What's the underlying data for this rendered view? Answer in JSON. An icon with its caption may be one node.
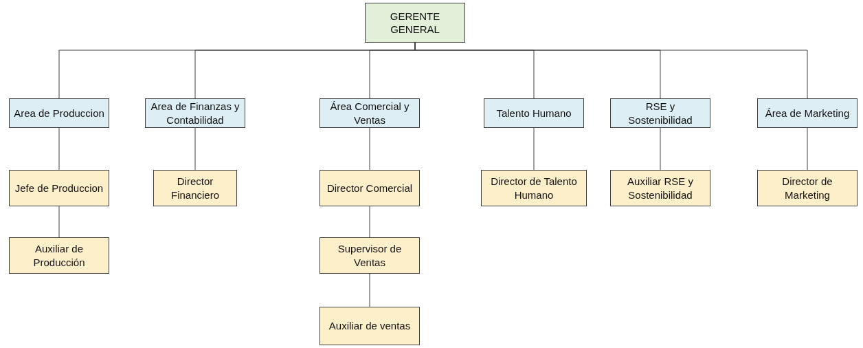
{
  "diagram": {
    "nodes": [
      {
        "text": [
          "GERENTE GENERAL"
        ]
      },
      {
        "text": [
          "Area de Produccion"
        ]
      },
      {
        "text": [
          "Area de Finanzas y Contabilidad"
        ]
      },
      {
        "text": [
          "Área Comercial y Ventas"
        ]
      },
      {
        "text": [
          "Talento Humano"
        ]
      },
      {
        "text": [
          "RSE y Sostenibilidad"
        ]
      },
      {
        "text": [
          "Área de Marketing"
        ]
      },
      {
        "text": [
          "Jefe de Produccion"
        ]
      },
      {
        "text": [
          "Auxiliar de Producción"
        ]
      },
      {
        "text": [
          "Director Financiero"
        ]
      },
      {
        "text": [
          "Director Comercial"
        ]
      },
      {
        "text": [
          "Supervisor de Ventas"
        ]
      },
      {
        "text": [
          "Auxiliar de ventas"
        ]
      },
      {
        "text": [
          "Director de Talento Humano"
        ]
      },
      {
        "text": [
          "Auxiliar RSE y Sostenibilidad"
        ]
      },
      {
        "text": [
          "Director de Marketing"
        ]
      }
    ],
    "edges": [
      {
        "from": 0,
        "to": 1,
        "arrow": "none"
      },
      {
        "from": 0,
        "to": 2,
        "arrow": "none"
      },
      {
        "from": 0,
        "to": 3,
        "arrow": "none"
      },
      {
        "from": 0,
        "to": 4,
        "arrow": "none"
      },
      {
        "from": 0,
        "to": 5,
        "arrow": "none"
      },
      {
        "from": 0,
        "to": 6,
        "arrow": "none"
      },
      {
        "from": 1,
        "to": 7,
        "arrow": "none"
      },
      {
        "from": 7,
        "to": 8,
        "arrow": "none"
      },
      {
        "from": 2,
        "to": 9,
        "arrow": "none"
      },
      {
        "from": 3,
        "to": 10,
        "arrow": "none"
      },
      {
        "from": 10,
        "to": 11,
        "arrow": "none"
      },
      {
        "from": 11,
        "to": 12,
        "arrow": "none"
      },
      {
        "from": 4,
        "to": 13,
        "arrow": "none"
      },
      {
        "from": 5,
        "to": 14,
        "arrow": "none"
      },
      {
        "from": 6,
        "to": 15,
        "arrow": "none"
      }
    ]
  }
}
